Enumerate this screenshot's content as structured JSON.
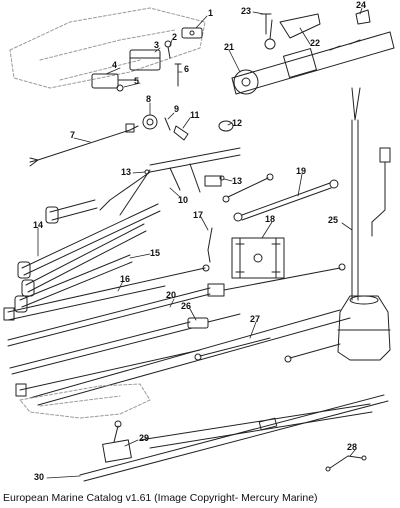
{
  "caption": "European Marine Catalog v1.61 (Image Copyright- Mercury Marine)",
  "callouts": {
    "c1": "1",
    "c2": "2",
    "c3": "3",
    "c4": "4",
    "c5": "5",
    "c6": "6",
    "c7": "7",
    "c8": "8",
    "c9": "9",
    "c10": "10",
    "c11": "11",
    "c12": "12",
    "c13a": "13",
    "c13b": "13",
    "c14": "14",
    "c15": "15",
    "c16": "16",
    "c17": "17",
    "c18": "18",
    "c19": "19",
    "c20": "20",
    "c21": "21",
    "c22": "22",
    "c23": "23",
    "c24": "24",
    "c25": "25",
    "c26": "26",
    "c27": "27",
    "c28": "28",
    "c29": "29",
    "c30": "30"
  }
}
